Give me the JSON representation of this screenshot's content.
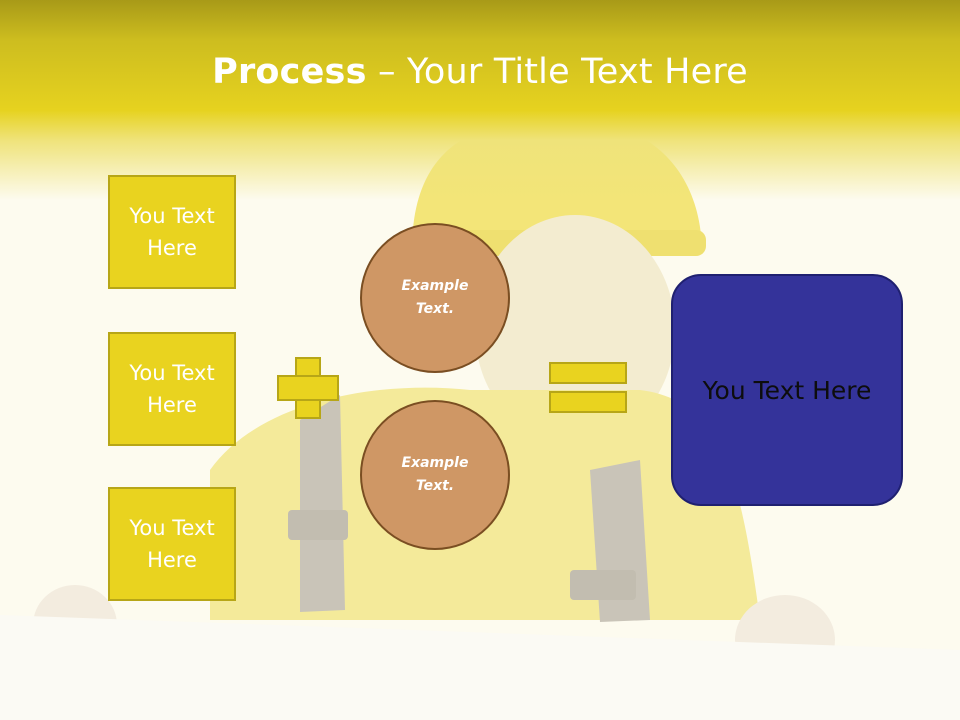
{
  "title": {
    "bold": "Process",
    "dash": " – ",
    "rest": "Your Title Text Here"
  },
  "inputs": [
    {
      "label": "You Text\nHere"
    },
    {
      "label": "You Text\nHere"
    },
    {
      "label": "You Text\nHere"
    }
  ],
  "circles": [
    {
      "label": "Example\nText."
    },
    {
      "label": "Example\nText."
    }
  ],
  "result": {
    "label": "You Text Here"
  },
  "colors": {
    "accent_yellow": "#e9d31f",
    "circle_brown": "#cf9765",
    "result_blue": "#34339a"
  }
}
